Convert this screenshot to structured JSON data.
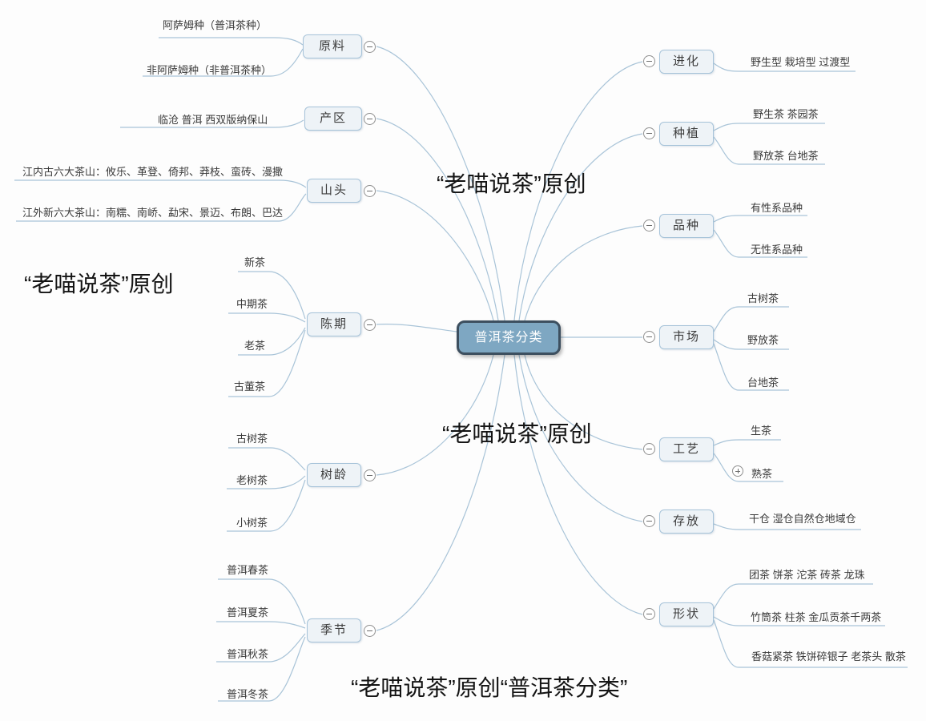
{
  "canvas": {
    "background": "#fdfdfd",
    "line_color": "#a9c4d8"
  },
  "root": {
    "label": "普洱茶分类",
    "fill": "#7ea7c2",
    "border": "#3d4f5f",
    "text_color": "#ffffff"
  },
  "left_branches": [
    {
      "label": "原料",
      "children": [
        {
          "label": "阿萨姆种（普洱茶种）"
        },
        {
          "label": "非阿萨姆种（非普洱茶种）"
        }
      ]
    },
    {
      "label": "产区",
      "children": [
        {
          "label": "临沧 普洱 西双版纳保山"
        }
      ]
    },
    {
      "label": "山头",
      "children": [
        {
          "label": "江内古六大茶山：攸乐、革登、倚邦、莽枝、蛮砖、漫撒"
        },
        {
          "label": "江外新六大茶山：南糯、南峤、勐宋、景迈、布朗、巴达"
        }
      ]
    },
    {
      "label": "陈期",
      "children": [
        {
          "label": "新茶"
        },
        {
          "label": "中期茶"
        },
        {
          "label": "老茶"
        },
        {
          "label": "古董茶"
        }
      ]
    },
    {
      "label": "树龄",
      "children": [
        {
          "label": "古树茶"
        },
        {
          "label": "老树茶"
        },
        {
          "label": "小树茶"
        }
      ]
    },
    {
      "label": "季节",
      "children": [
        {
          "label": "普洱春茶"
        },
        {
          "label": "普洱夏茶"
        },
        {
          "label": "普洱秋茶"
        },
        {
          "label": "普洱冬茶"
        }
      ]
    }
  ],
  "right_branches": [
    {
      "label": "进化",
      "children": [
        {
          "label": "野生型 栽培型 过渡型"
        }
      ]
    },
    {
      "label": "种植",
      "children": [
        {
          "label": "野生茶 茶园茶"
        },
        {
          "label": "野放茶 台地茶"
        }
      ]
    },
    {
      "label": "品种",
      "children": [
        {
          "label": "有性系品种"
        },
        {
          "label": "无性系品种"
        }
      ]
    },
    {
      "label": "市场",
      "children": [
        {
          "label": "古树茶"
        },
        {
          "label": "野放茶"
        },
        {
          "label": "台地茶"
        }
      ]
    },
    {
      "label": "工艺",
      "children": [
        {
          "label": "生茶"
        },
        {
          "label": "熟茶",
          "collapsed": true
        }
      ]
    },
    {
      "label": "存放",
      "children": [
        {
          "label": "干仓 湿仓自然仓地域仓"
        }
      ]
    },
    {
      "label": "形状",
      "children": [
        {
          "label": "团茶 饼茶 沱茶 砖茶 龙珠"
        },
        {
          "label": "竹筒茶 柱茶 金瓜贡茶千两茶"
        },
        {
          "label": "香菇紧茶 铁饼碎银子 老茶头 散茶"
        }
      ]
    }
  ],
  "watermarks": [
    {
      "text": "“老喵说茶”原创"
    },
    {
      "text": "“老喵说茶”原创"
    },
    {
      "text": "“老喵说茶”原创"
    },
    {
      "text": "“老喵说茶”原创“普洱茶分类”"
    }
  ]
}
